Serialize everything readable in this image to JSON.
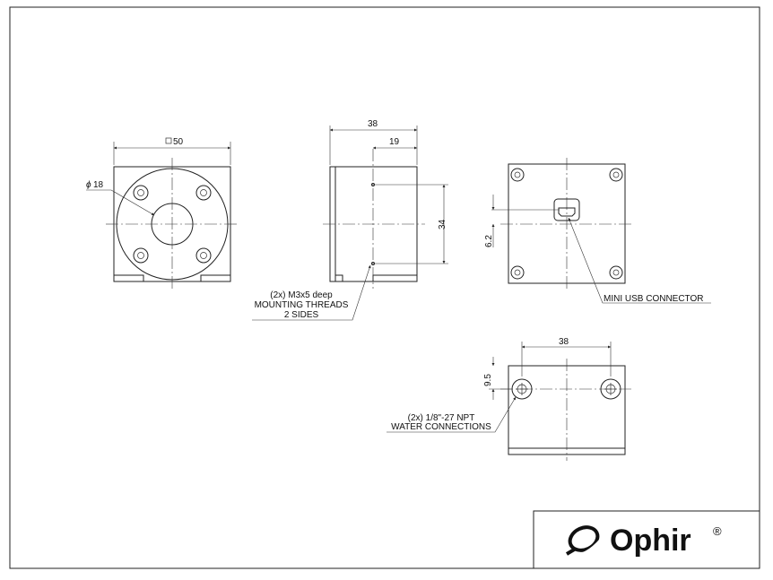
{
  "dimensions": {
    "square_50": "50",
    "dia_18": "18",
    "width_38": "38",
    "half_19": "19",
    "height_34": "34",
    "offset_6_2": "6.2",
    "spacing_38": "38",
    "offset_9_5": "9.5"
  },
  "notes": {
    "mounting_threads": [
      "(2x) M3x5 deep",
      "MOUNTING THREADS",
      "2 SIDES"
    ],
    "usb": "MINI USB CONNECTOR",
    "water": [
      "(2x) 1/8\"-27 NPT",
      "WATER CONNECTIONS"
    ]
  },
  "logo": {
    "text": "Ophir",
    "registered": "®"
  }
}
